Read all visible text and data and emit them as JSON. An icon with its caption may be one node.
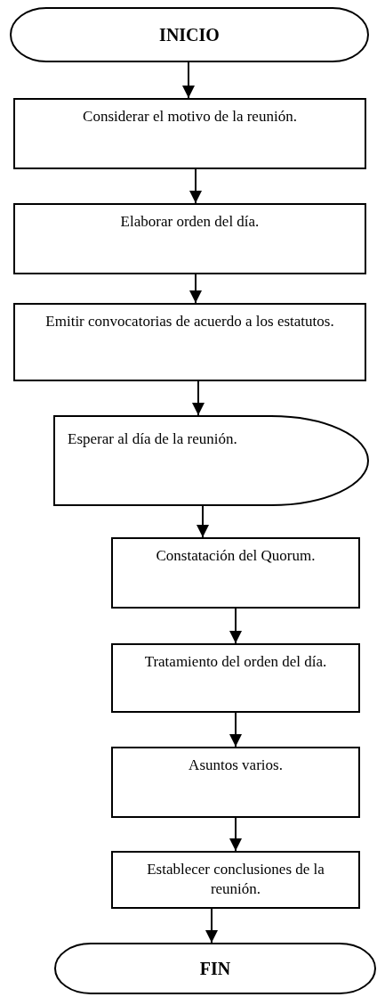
{
  "diagram": {
    "nodes": [
      {
        "text": [
          "INICIO"
        ]
      },
      {
        "text": [
          "Considerar el motivo de la reunión."
        ]
      },
      {
        "text": [
          "Elaborar orden del día."
        ]
      },
      {
        "text": [
          "Emitir convocatorias de acuerdo a los estatutos."
        ]
      },
      {
        "text": [
          "Esperar al día de la reunión."
        ]
      },
      {
        "text": [
          "Constatación del Quorum."
        ]
      },
      {
        "text": [
          "Tratamiento del orden del día."
        ]
      },
      {
        "text": [
          "Asuntos varios."
        ]
      },
      {
        "text": [
          "Establecer conclusiones de la reunión."
        ]
      },
      {
        "text": [
          "FIN"
        ]
      }
    ],
    "edges": [
      {
        "from": 0,
        "to": 1,
        "arrow": "to"
      },
      {
        "from": 1,
        "to": 2,
        "arrow": "to"
      },
      {
        "from": 2,
        "to": 3,
        "arrow": "to"
      },
      {
        "from": 3,
        "to": 4,
        "arrow": "to"
      },
      {
        "from": 4,
        "to": 5,
        "arrow": "to"
      },
      {
        "from": 5,
        "to": 6,
        "arrow": "to"
      },
      {
        "from": 6,
        "to": 7,
        "arrow": "to"
      },
      {
        "from": 7,
        "to": 8,
        "arrow": "to"
      },
      {
        "from": 8,
        "to": 9,
        "arrow": "to"
      }
    ]
  }
}
